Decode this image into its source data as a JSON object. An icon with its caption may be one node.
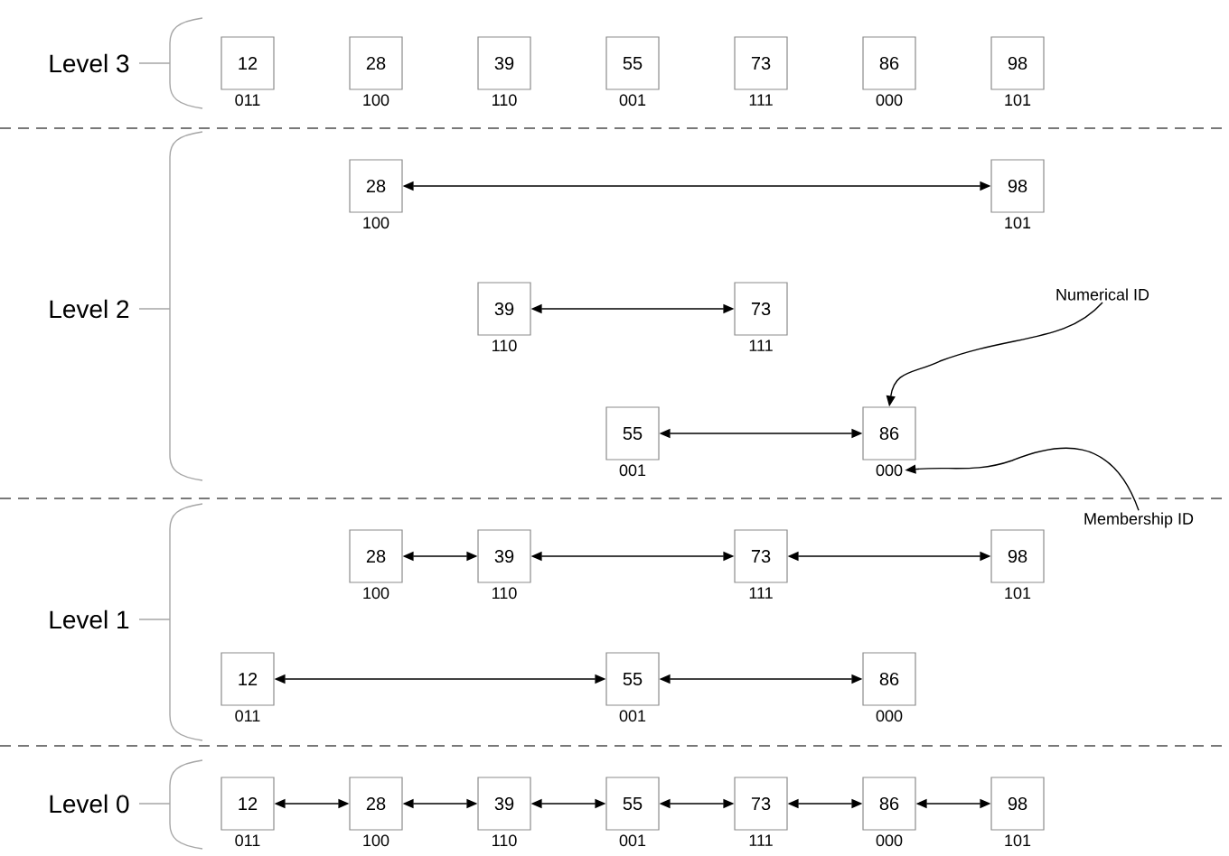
{
  "diagram": {
    "nodes": [
      {
        "text": [
          "12"
        ],
        "beside": [
          "011"
        ]
      },
      {
        "text": [
          "28"
        ],
        "beside": [
          "100"
        ]
      },
      {
        "text": [
          "39"
        ],
        "beside": [
          "110"
        ]
      },
      {
        "text": [
          "55"
        ],
        "beside": [
          "001"
        ]
      },
      {
        "text": [
          "73"
        ],
        "beside": [
          "111"
        ]
      },
      {
        "text": [
          "86"
        ],
        "beside": [
          "000"
        ]
      },
      {
        "text": [
          "98"
        ],
        "beside": [
          "101"
        ]
      },
      {
        "text": [
          "28"
        ],
        "beside": [
          "100"
        ]
      },
      {
        "text": [
          "98"
        ],
        "beside": [
          "101"
        ]
      },
      {
        "text": [
          "39"
        ],
        "beside": [
          "110"
        ]
      },
      {
        "text": [
          "73"
        ],
        "beside": [
          "111"
        ]
      },
      {
        "text": [
          "55"
        ],
        "beside": [
          "001"
        ]
      },
      {
        "text": [
          "86"
        ],
        "beside": [
          "000"
        ]
      },
      {
        "text": [
          "Numerical ID"
        ]
      },
      {
        "text": [
          "Membership ID"
        ]
      },
      {
        "text": [
          "28"
        ],
        "beside": [
          "100"
        ]
      },
      {
        "text": [
          "39"
        ],
        "beside": [
          "110"
        ]
      },
      {
        "text": [
          "73"
        ],
        "beside": [
          "111"
        ]
      },
      {
        "text": [
          "98"
        ],
        "beside": [
          "101"
        ]
      },
      {
        "text": [
          "12"
        ],
        "beside": [
          "011"
        ]
      },
      {
        "text": [
          "55"
        ],
        "beside": [
          "001"
        ]
      },
      {
        "text": [
          "86"
        ],
        "beside": [
          "000"
        ]
      },
      {
        "text": [
          "12"
        ],
        "beside": [
          "011"
        ]
      },
      {
        "text": [
          "28"
        ],
        "beside": [
          "100"
        ]
      },
      {
        "text": [
          "39"
        ],
        "beside": [
          "110"
        ]
      },
      {
        "text": [
          "55"
        ],
        "beside": [
          "001"
        ]
      },
      {
        "text": [
          "73"
        ],
        "beside": [
          "111"
        ]
      },
      {
        "text": [
          "86"
        ],
        "beside": [
          "000"
        ]
      },
      {
        "text": [
          "98"
        ],
        "beside": [
          "101"
        ]
      }
    ],
    "edges": [
      {
        "from": 7,
        "to": 8,
        "arrow": "both"
      },
      {
        "from": 9,
        "to": 10,
        "arrow": "both"
      },
      {
        "from": 11,
        "to": 12,
        "arrow": "both"
      },
      {
        "from": 13,
        "to": 12,
        "arrow": "to"
      },
      {
        "from": 14,
        "to": 12,
        "arrow": "to"
      },
      {
        "from": 15,
        "to": 16,
        "arrow": "both"
      },
      {
        "from": 16,
        "to": 17,
        "arrow": "both"
      },
      {
        "from": 17,
        "to": 18,
        "arrow": "both"
      },
      {
        "from": 19,
        "to": 20,
        "arrow": "both"
      },
      {
        "from": 20,
        "to": 21,
        "arrow": "both"
      },
      {
        "from": 22,
        "to": 23,
        "arrow": "both"
      },
      {
        "from": 23,
        "to": 24,
        "arrow": "both"
      },
      {
        "from": 24,
        "to": 25,
        "arrow": "both"
      },
      {
        "from": 25,
        "to": 26,
        "arrow": "both"
      },
      {
        "from": 26,
        "to": 27,
        "arrow": "both"
      },
      {
        "from": 27,
        "to": 28,
        "arrow": "both"
      }
    ],
    "labels": [
      "Level 3",
      "Level 2",
      "Level 1",
      "Level 0"
    ]
  }
}
